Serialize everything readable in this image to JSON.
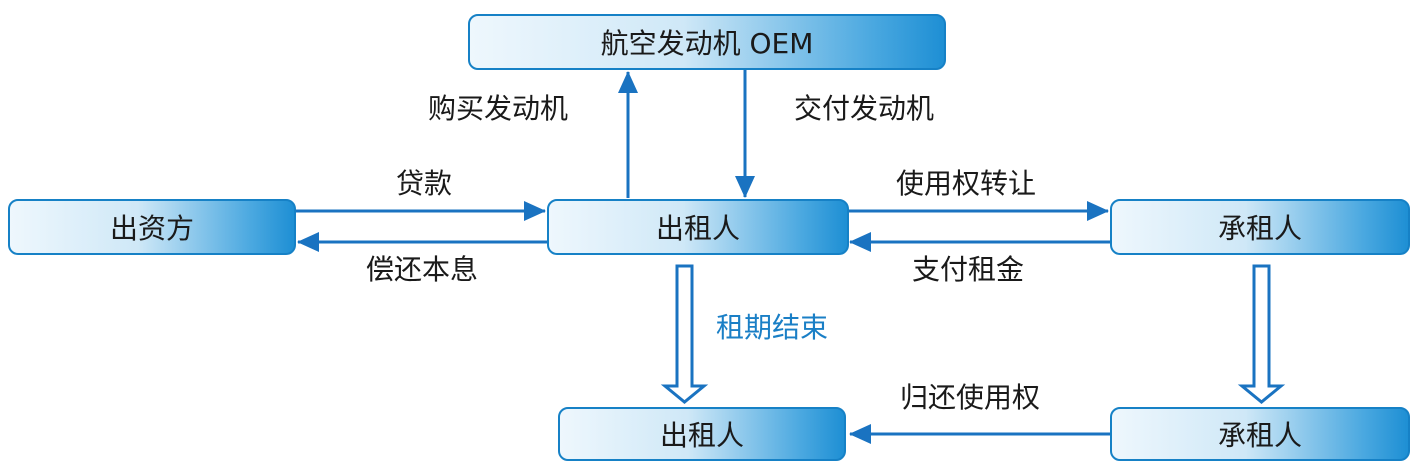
{
  "nodes": {
    "oem": "航空发动机 OEM",
    "investor": "出资方",
    "lessor": "出租人",
    "lessee": "承租人",
    "lessor_end": "出租人",
    "lessee_end": "承租人"
  },
  "edges": {
    "buy_engine": "购买发动机",
    "deliver_engine": "交付发动机",
    "loan": "贷款",
    "repay": "偿还本息",
    "transfer_use_right": "使用权转让",
    "pay_rent": "支付租金",
    "lease_end": "租期结束",
    "return_use_right": "归还使用权"
  },
  "colors": {
    "arrow": "#1a73c1",
    "border": "#1681c6",
    "highlight_text": "#1a7fc6"
  }
}
